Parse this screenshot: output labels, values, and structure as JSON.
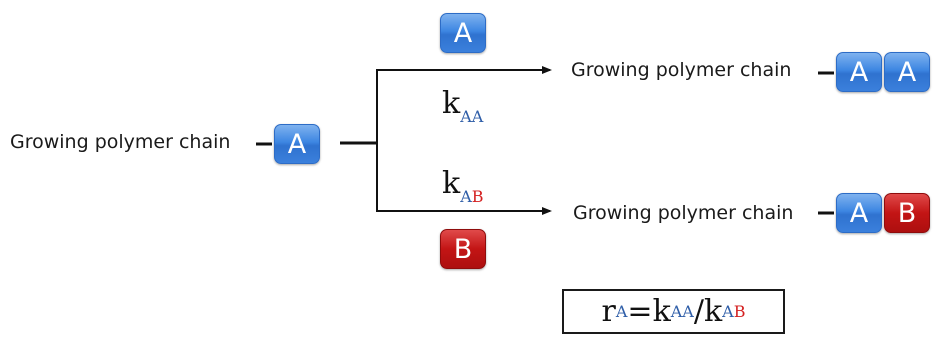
{
  "left": {
    "label": "Growing polymer chain",
    "monomer": "A"
  },
  "top_branch": {
    "incoming_monomer": "A",
    "rate": {
      "k": "k",
      "sub1": "A",
      "sub2": "A"
    },
    "product_label": "Growing polymer chain",
    "product_units": [
      "A",
      "A"
    ]
  },
  "bottom_branch": {
    "incoming_monomer": "B",
    "rate": {
      "k": "k",
      "sub1": "A",
      "sub2": "B"
    },
    "product_label": "Growing polymer chain",
    "product_units": [
      "A",
      "B"
    ]
  },
  "ratio": {
    "r": "r",
    "r_sub": "A",
    "equals": "=",
    "k1": "k",
    "k1_sub": "AA",
    "slash": "/",
    "k2": "k",
    "k2_sub": "AB"
  },
  "colors": {
    "monomer_a": "#3d86e2",
    "monomer_b": "#c31515",
    "subscript_a": "#2f5ea8",
    "subscript_b": "#d42020"
  }
}
